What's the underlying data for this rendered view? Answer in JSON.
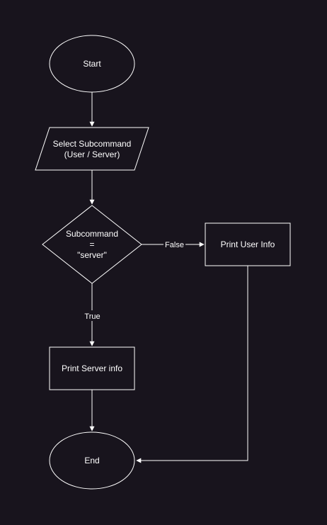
{
  "colors": {
    "background": "#18141d",
    "stroke": "#ffffff",
    "text": "#ffffff"
  },
  "nodes": {
    "start": {
      "label": "Start"
    },
    "select_subcommand": {
      "line1": "Select Subcommand",
      "line2": "(User / Server)"
    },
    "decision": {
      "line1": "Subcommand",
      "line2": "=",
      "line3": "\"server\""
    },
    "print_user": {
      "label": "Print User Info"
    },
    "print_server": {
      "label": "Print Server info"
    },
    "end": {
      "label": "End"
    }
  },
  "edges": {
    "false_label": "False",
    "true_label": "True"
  }
}
